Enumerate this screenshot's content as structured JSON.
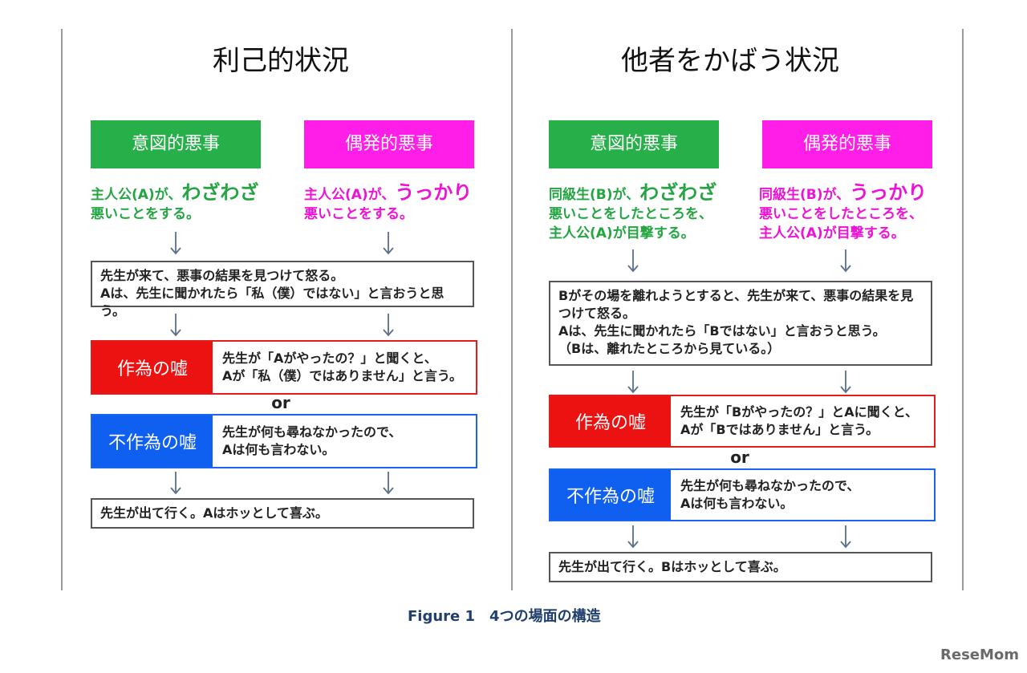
{
  "left": {
    "title": "利己的状況",
    "head_green": "意図的悪事",
    "head_magenta": "偶発的悪事",
    "desc_green": {
      "line1": "主人公(A)が、",
      "em": "わざわざ",
      "line2": "悪いことをする。"
    },
    "desc_magenta": {
      "line1": "主人公(A)が、",
      "em": "うっかり",
      "line2": "悪いことをする。"
    },
    "box1": {
      "line1": "先生が来て、悪事の結果を見つけて怒る。",
      "line2": "Aは、先生に聞かれたら「私（僕）ではない」と言おうと思う。"
    },
    "lie1": {
      "label": "作為の嘘",
      "line1": "先生が「Aがやったの？」と聞くと、",
      "line2": "Aが「私（僕）ではありません」と言う。"
    },
    "or": "or",
    "lie2": {
      "label": "不作為の嘘",
      "line1": "先生が何も尋ねなかったので、",
      "line2": "Aは何も言わない。"
    },
    "box_end": "先生が出て行く。Aはホッとして喜ぶ。"
  },
  "right": {
    "title": "他者をかばう状況",
    "head_green": "意図的悪事",
    "head_magenta": "偶発的悪事",
    "desc_green": {
      "line1": "同級生(B)が、",
      "em": "わざわざ",
      "line2": "悪いことをしたところを、",
      "line3": "主人公(A)が目撃する。"
    },
    "desc_magenta": {
      "line1": "同級生(B)が、",
      "em": "うっかり",
      "line2": "悪いことをしたところを、",
      "line3": "主人公(A)が目撃する。"
    },
    "box1": {
      "line1": "Bがその場を離れようとすると、先生が来て、悪事の結果を見",
      "line2": "つけて怒る。",
      "line3": "Aは、先生に聞かれたら「Bではない」と言おうと思う。",
      "line4": "（Bは、離れたところから見ている。）"
    },
    "lie1": {
      "label": "作為の嘘",
      "line1": "先生が「Bがやったの？」とAに聞くと、",
      "line2": "Aが「Bではありません」と言う。"
    },
    "or": "or",
    "lie2": {
      "label": "不作為の嘘",
      "line1": "先生が何も尋ねなかったので、",
      "line2": "Aは何も言わない。"
    },
    "box_end": "先生が出て行く。Bはホッとして喜ぶ。"
  },
  "caption": "Figure 1　4つの場面の構造",
  "logo": "ReseMom",
  "colors": {
    "green": "#27b04a",
    "magenta": "#ff1ee8",
    "red": "#ec1212",
    "blue": "#0f60f0"
  }
}
